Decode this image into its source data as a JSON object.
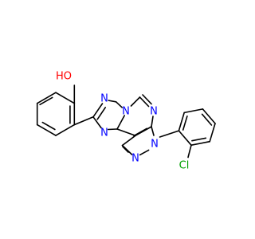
{
  "structure": {
    "atoms": {
      "hydroxyl": "HO",
      "n_triazole_top": "N",
      "n_triazole_bridge": "N",
      "n_triazole_bottom": "N",
      "n_pyrimidine": "N",
      "n_pyrazole_aryl": "N",
      "n_pyrazole": "N",
      "chlorine": "Cl"
    },
    "colors": {
      "bond": "#000000",
      "nitrogen": "#0000ff",
      "oxygen": "#ff0000",
      "chlorine": "#00a000"
    }
  }
}
